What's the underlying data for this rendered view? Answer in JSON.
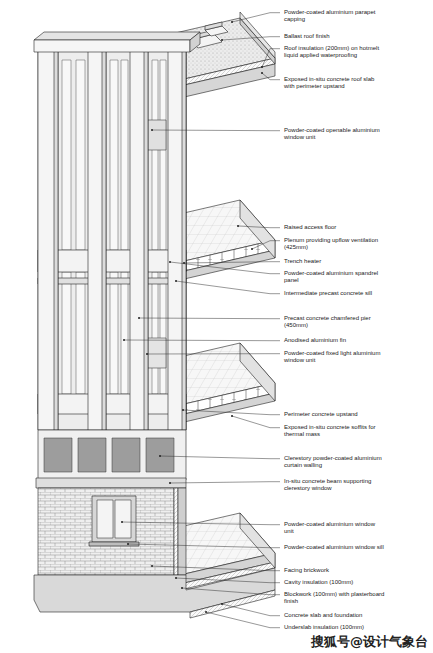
{
  "diagram": {
    "labels": [
      "Powder-coated aluminium parapet capping",
      "Ballast roof finish",
      "Roof insulation (200mm) on hotmelt liquid applied waterproofing",
      "Exposed in-situ concrete roof slab with perimeter upstand",
      "Powder-coated openable aluminium window unit",
      "Raised access floor",
      "Plenum providing upflow ventilation (425mm)",
      "Trench heater",
      "Powder-coated aluminium spandrel panel",
      "Intermediate precast concrete sill",
      "Precast concrete chamfered pier (450mm)",
      "Anodised aluminium fin",
      "Powder-coated fixed light aluminium window unit",
      "Perimeter concrete upstand",
      "Exposed in-situ concrete soffits for thermal mass",
      "Clerestory powder-coated aluminium curtain walling",
      "In-situ concrete beam supporting clerestory window",
      "Powder-coated aluminium window unit",
      "Powder-coated aluminium window sill",
      "Facing brickwork",
      "Cavity insulation (100mm)",
      "Blockwork (100mm) with plasterboard finish",
      "Concrete slab and foundation",
      "Underslab insulation (100mm)",
      "搜狐号@设计气象台"
    ]
  }
}
